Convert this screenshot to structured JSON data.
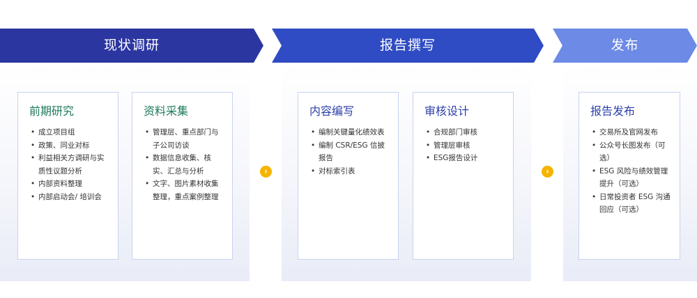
{
  "phases": [
    {
      "title": "现状调研",
      "color": "#2b36a0"
    },
    {
      "title": "报告撰写",
      "color": "#2f4cc4"
    },
    {
      "title": "发布",
      "color": "#6c8ae6"
    }
  ],
  "cards": [
    {
      "title": "前期研究",
      "items": [
        "成立项目组",
        "政策、同业对标",
        "利益相关方调研与实质性议题分析",
        "内部资料整理",
        "内部启动会/ 培训会"
      ]
    },
    {
      "title": "资料采集",
      "items": [
        "管理层、重点部门与子公司访谈",
        "数据信息收集、核实、汇总与分析",
        "文字、图片素材收集整理，重点案例整理"
      ]
    },
    {
      "title": "内容编写",
      "items": [
        "编制关键量化绩效表",
        "编制 CSR/ESG 信披报告",
        "对标索引表"
      ]
    },
    {
      "title": "审核设计",
      "items": [
        "合规部门审核",
        "管理层审核",
        "ESG报告设计"
      ]
    },
    {
      "title": "报告发布",
      "items": [
        "交易所及官网发布",
        "公众号长图发布（可选）",
        "ESG 风险与绩效管理提升（可选）",
        "日常投资者 ESG 沟通回应（可选）"
      ]
    }
  ],
  "icons": {
    "arrow": "chevron-right-circle-icon",
    "arrow_color": "#f4b400"
  }
}
